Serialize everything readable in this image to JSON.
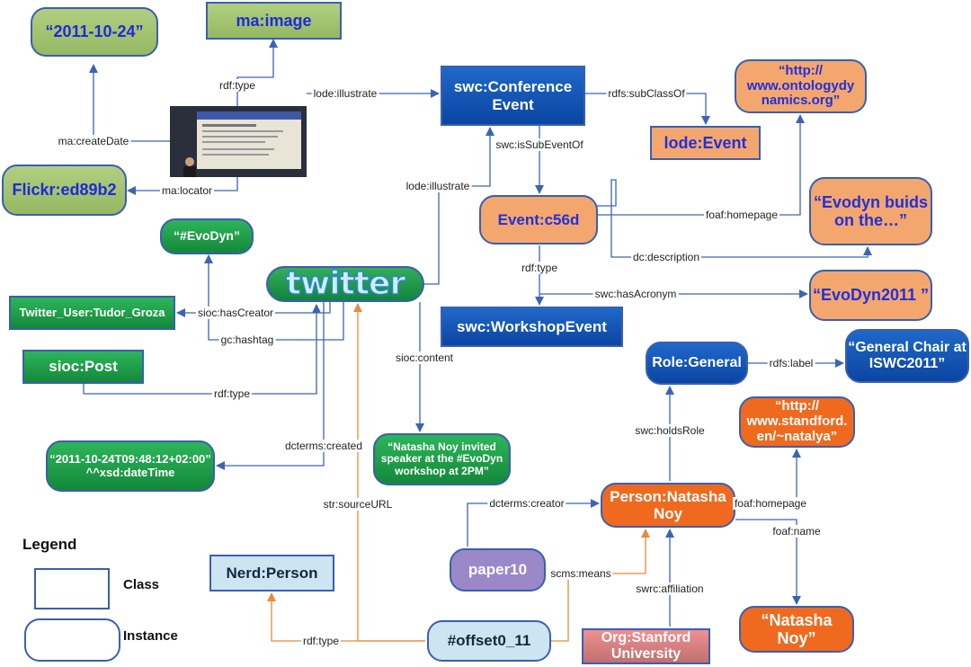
{
  "nodes": {
    "date": "“2011-10-24”",
    "ma_image": "ma:image",
    "flickr": "Flickr:ed89b2",
    "conf_event": "swc:Conference Event",
    "url_onto": "“http:// www.ontologydy namics.org”",
    "lode_event": "lode:Event",
    "event": "Event:c56d",
    "evodyn_desc": "“Evodyn buids on the…”",
    "evodyn2011": "“EvoDyn2011 ”",
    "workshop": "swc:WorkshopEvent",
    "hashtag": "“#EvoDyn”",
    "twitter_user": "Twitter_User:Tudor_Groza",
    "sioc_post": "sioc:Post",
    "datetime": "“2011-10-24T09:48:12+02:00” ^^xsd:dateTime",
    "tweet": "“Natasha Noy invited speaker at the #EvoDyn workshop at 2PM”",
    "role": "Role:General",
    "general_chair": "“General Chair at ISWC2011”",
    "url_stanford": "“http:// www.standford. en/~natalya”",
    "person": "Person:Natasha Noy",
    "natasha_noy": "“Natasha Noy”",
    "paper10": "paper10",
    "nerd_person": "Nerd:Person",
    "offset": "#offset0_11",
    "org": "Org:Stanford University",
    "legend_class": "",
    "legend_instance": ""
  },
  "edge_labels": {
    "rdf_type_img": "rdf:type",
    "lode_illustrate_1": "lode:illustrate",
    "ma_createDate": "ma:createDate",
    "ma_locator": "ma:locator",
    "rdfs_subClassOf": "rdfs:subClassOf",
    "swc_isSubEventOf": "swc:isSubEventOf",
    "lode_illustrate_2": "lode:illustrate",
    "foaf_homepage_event": "foaf:homepage",
    "dc_description": "dc:description",
    "rdf_type_event": "rdf:type",
    "swc_hasAcronym": "swc:hasAcronym",
    "sioc_hasCreator": "sioc:hasCreator",
    "gc_hashtag": "gc:hashtag",
    "rdf_type_post": "rdf:type",
    "sioc_content": "sioc:content",
    "dcterms_created": "dcterms:created",
    "rdfs_label": "rdfs:label",
    "swc_holdsRole": "swc:holdsRole",
    "foaf_homepage_person": "foaf:homepage",
    "foaf_name": "foaf:name",
    "dcterms_creator": "dcterms:creator",
    "str_sourceURL": "str:sourceURL",
    "scms_means": "scms:means",
    "swrc_affiliation": "swrc:affiliation",
    "rdf_type_offset": "rdf:type"
  },
  "twitter_logo_text": "twitter",
  "legend": {
    "title": "Legend",
    "class_label": "Class",
    "instance_label": "Instance"
  },
  "colors": {
    "edge_blue": "#3c64b4",
    "edge_orange": "#e88a3c"
  }
}
